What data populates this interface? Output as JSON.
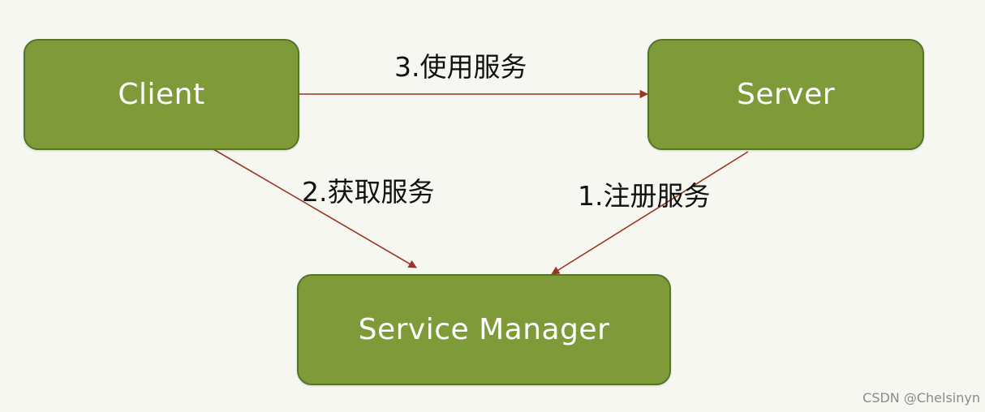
{
  "colors": {
    "background": "#f7f7f1",
    "node_fill": "#7f9a39",
    "node_border": "#55742a",
    "node_text": "#ffffff",
    "edge": "#9b3426",
    "label_text": "#111111"
  },
  "nodes": {
    "client": {
      "label": "Client"
    },
    "server": {
      "label": "Server"
    },
    "service_manager": {
      "label": "Service Manager"
    }
  },
  "edges": {
    "use_service": {
      "from": "client",
      "to": "server",
      "label": "3.使用服务"
    },
    "get_service": {
      "from": "client",
      "to": "service_manager",
      "label": "2.获取服务"
    },
    "register_service": {
      "from": "server",
      "to": "service_manager",
      "label": "1.注册服务"
    }
  },
  "watermark": "CSDN @Chelsinyn"
}
